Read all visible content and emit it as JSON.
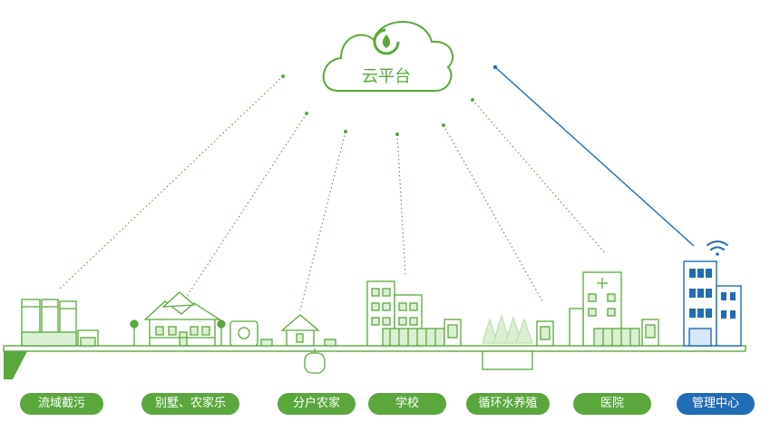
{
  "cloud": {
    "label": "云平台"
  },
  "colors": {
    "green": "#5aa83c",
    "light_green": "#dcefd4",
    "blue": "#1f6db5",
    "light_blue": "#d6e7f7"
  },
  "nodes": [
    {
      "id": "sewage",
      "label": "流域截污",
      "color": "#5aa83c"
    },
    {
      "id": "villa",
      "label": "别墅、农家乐",
      "color": "#5aa83c"
    },
    {
      "id": "household",
      "label": "分户农家",
      "color": "#5aa83c"
    },
    {
      "id": "school",
      "label": "学校",
      "color": "#5aa83c"
    },
    {
      "id": "aquaculture",
      "label": "循环水养殖",
      "color": "#5aa83c"
    },
    {
      "id": "hospital",
      "label": "医院",
      "color": "#5aa83c"
    },
    {
      "id": "management",
      "label": "管理中心",
      "color": "#1f6db5"
    }
  ]
}
